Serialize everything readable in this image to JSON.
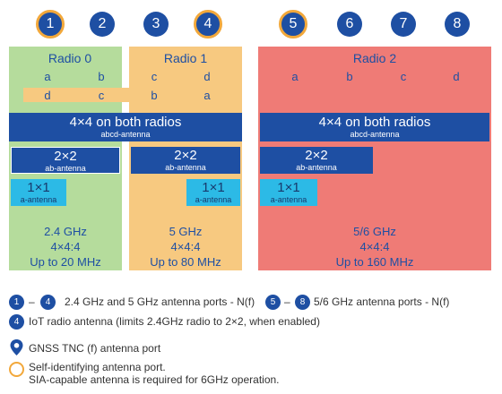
{
  "ports": [
    {
      "label": "1",
      "self_identifying": true
    },
    {
      "label": "2",
      "self_identifying": false
    },
    {
      "label": "3",
      "self_identifying": false
    },
    {
      "label": "4",
      "self_identifying": true
    },
    {
      "label": "5",
      "self_identifying": true
    },
    {
      "label": "6",
      "self_identifying": false
    },
    {
      "label": "7",
      "self_identifying": false
    },
    {
      "label": "8",
      "self_identifying": false
    }
  ],
  "radio0": {
    "title": "Radio 0",
    "row1": [
      "a",
      "b"
    ],
    "row2": [
      "d",
      "c"
    ],
    "mode_2x2": "2×2",
    "mode_2x2_sub": "ab-antenna",
    "mode_1x1": "1×1",
    "mode_1x1_sub": "a-antenna",
    "band": "2.4 GHz",
    "streams": "4×4:4",
    "width": "Up to 20 MHz"
  },
  "radio1": {
    "title": "Radio 1",
    "row1": [
      "c",
      "d"
    ],
    "row2": [
      "b",
      "a"
    ],
    "mode_2x2": "2×2",
    "mode_2x2_sub": "ab-antenna",
    "mode_1x1": "1×1",
    "mode_1x1_sub": "a-antenna",
    "band": "5 GHz",
    "streams": "4×4:4",
    "width": "Up to 80 MHz"
  },
  "radio2": {
    "title": "Radio 2",
    "row1": [
      "a",
      "b",
      "c",
      "d"
    ],
    "mode_4x4": "4×4 on both radios",
    "mode_4x4_sub": "abcd-antenna",
    "mode_2x2": "2×2",
    "mode_2x2_sub": "ab-antenna",
    "mode_1x1": "1×1",
    "mode_1x1_sub": "a-antenna",
    "band": "5/6 GHz",
    "streams": "4×4:4",
    "width": "Up to 160 MHz"
  },
  "shared_4x4": {
    "title": "4×4 on both radios",
    "sub": "abcd-antenna"
  },
  "legend": {
    "row1_from": "1",
    "row1_dash": "–",
    "row1_to": "4",
    "row1_text": "2.4 GHz and 5 GHz antenna ports - N(f)",
    "row1b_from": "5",
    "row1b_dash": "–",
    "row1b_to": "8",
    "row1b_text": "5/6 GHz antenna ports - N(f)",
    "row2_port": "4",
    "row2_text": "IoT radio antenna (limits 2.4GHz radio to 2×2, when enabled)",
    "row3_text": "GNSS TNC (f) antenna port",
    "row4_line1": "Self-identifying antenna port.",
    "row4_line2": "SIA-capable antenna is required for 6GHz operation."
  },
  "colors": {
    "green": "#b5dc9c",
    "orange": "#f7c980",
    "red": "#ef7b76",
    "blue": "#1e4fa3",
    "cyan": "#2cbae6",
    "ring": "#f2a83b"
  }
}
